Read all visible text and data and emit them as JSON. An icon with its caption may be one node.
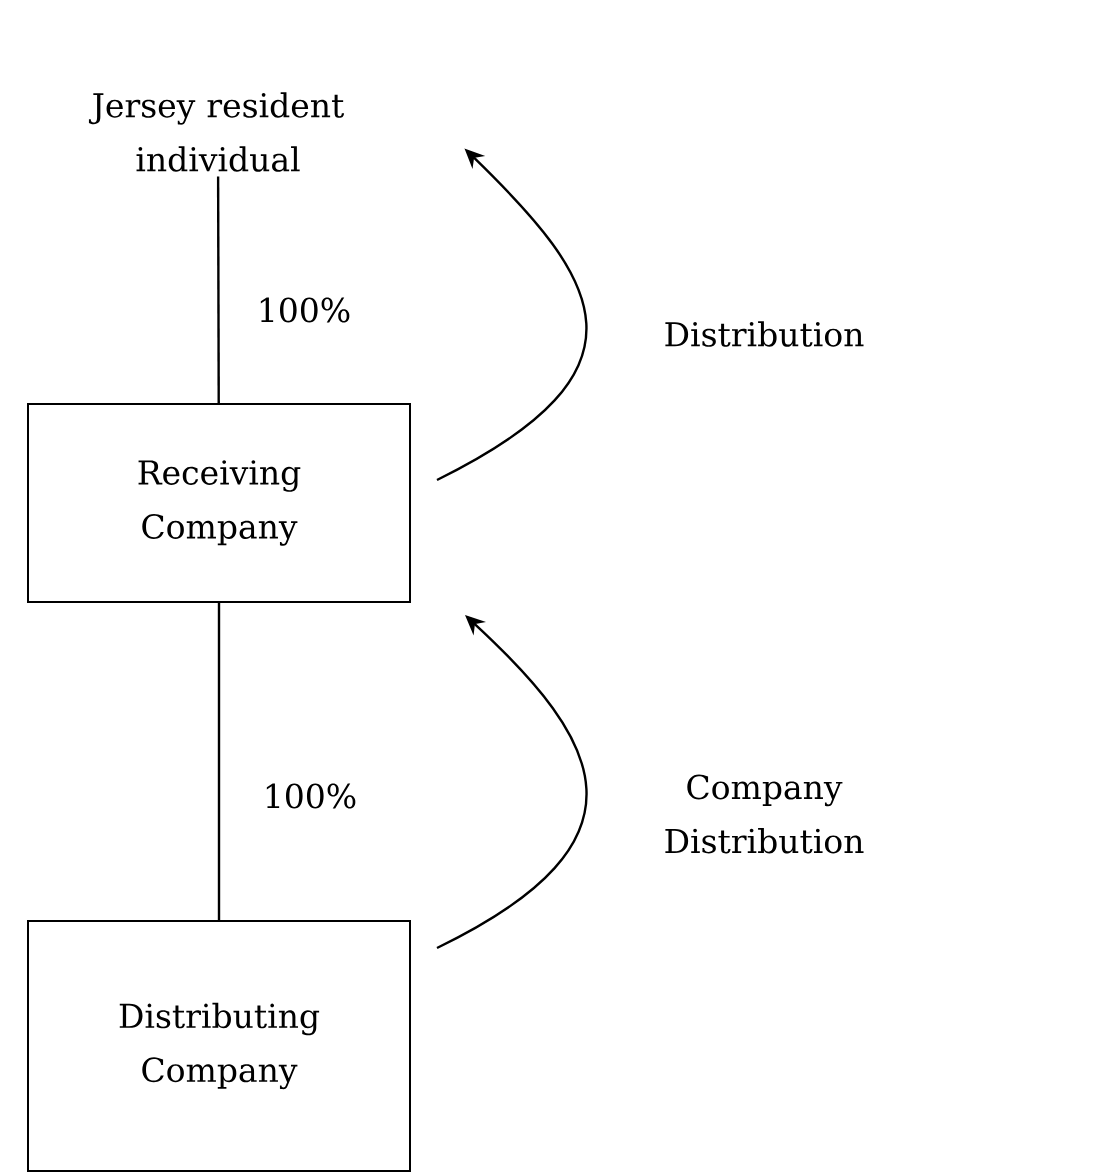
{
  "diagram": {
    "nodes": [
      {
        "text": [
          "Jersey resident individual"
        ]
      },
      {
        "text": [
          "Receiving Company"
        ]
      },
      {
        "text": [
          "Distributing Company"
        ]
      }
    ],
    "edges": [
      {
        "from": 0,
        "to": 1,
        "arrow": "none",
        "label": "100%"
      },
      {
        "from": 2,
        "to": 1,
        "arrow": "none",
        "label": "100%"
      },
      {
        "from": 1,
        "to": 0,
        "arrow": "to",
        "label": "Distribution"
      },
      {
        "from": 2,
        "to": 1,
        "arrow": "to",
        "label": "Company Distribution"
      }
    ]
  }
}
